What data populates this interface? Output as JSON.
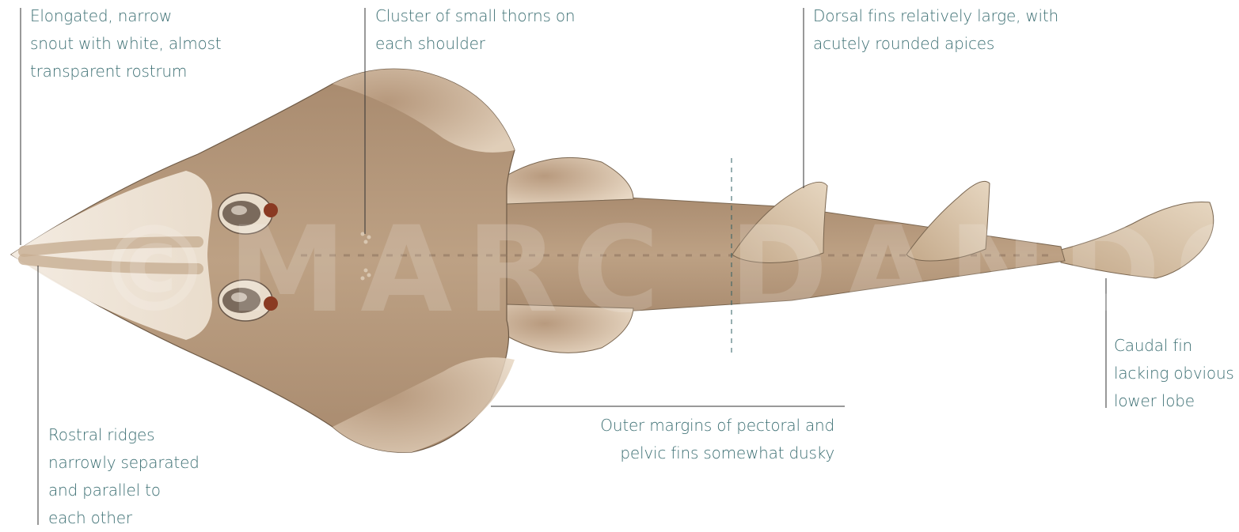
{
  "watermark": "©MARC DANDO",
  "colors": {
    "label_text": "#3c6f73",
    "leader_line": "#333333",
    "body_fill": "#b89a7e",
    "snout_fill": "#f2e8dc",
    "fin_fill": "#d6c2a8"
  },
  "annotations": {
    "snout": {
      "lines": [
        "Elongated, narrow",
        "snout with white, almost",
        "transparent rostrum"
      ]
    },
    "thorns": {
      "lines": [
        "Cluster of small thorns on",
        "each shoulder"
      ]
    },
    "dorsal": {
      "lines": [
        "Dorsal fins relatively large, with",
        "acutely rounded apices"
      ]
    },
    "caudal": {
      "lines": [
        "Caudal fin",
        "lacking obvious",
        "lower lobe"
      ]
    },
    "margins": {
      "lines": [
        "Outer margins of pectoral and",
        "pelvic fins somewhat dusky"
      ]
    },
    "rostral": {
      "lines": [
        "Rostral ridges",
        "narrowly separated",
        "and parallel to",
        "each other"
      ]
    }
  }
}
